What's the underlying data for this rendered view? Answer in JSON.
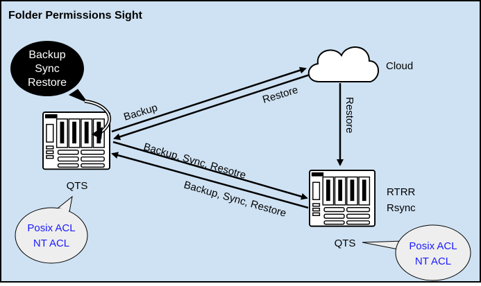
{
  "title": "Folder Permissions Sight",
  "colors": {
    "background": "#cfe2f3",
    "border": "#000000",
    "acl_text": "#1a1aff",
    "bubble_fill": "#eeeeee",
    "nas_fill": "#ffffff"
  },
  "nodes": {
    "left_nas": {
      "label": "QTS",
      "bubble_lines": [
        "Posix ACL",
        "NT ACL"
      ],
      "callout_lines": [
        "Backup",
        "Sync",
        "Restore"
      ]
    },
    "right_nas": {
      "label": "QTS",
      "side_lines": [
        "RTRR",
        "Rsync"
      ],
      "bubble_lines": [
        "Posix ACL",
        "NT ACL"
      ]
    },
    "cloud": {
      "label": "Cloud"
    }
  },
  "edges": {
    "left_to_cloud": "Backup",
    "cloud_to_left": "Restore",
    "cloud_to_right": "Restore",
    "left_to_right": "Backup, Sync, Resotre",
    "right_to_left": "Backup, Sync, Restore"
  },
  "icons": [
    "nas-device-icon",
    "cloud-icon",
    "curved-arrow-icon"
  ]
}
